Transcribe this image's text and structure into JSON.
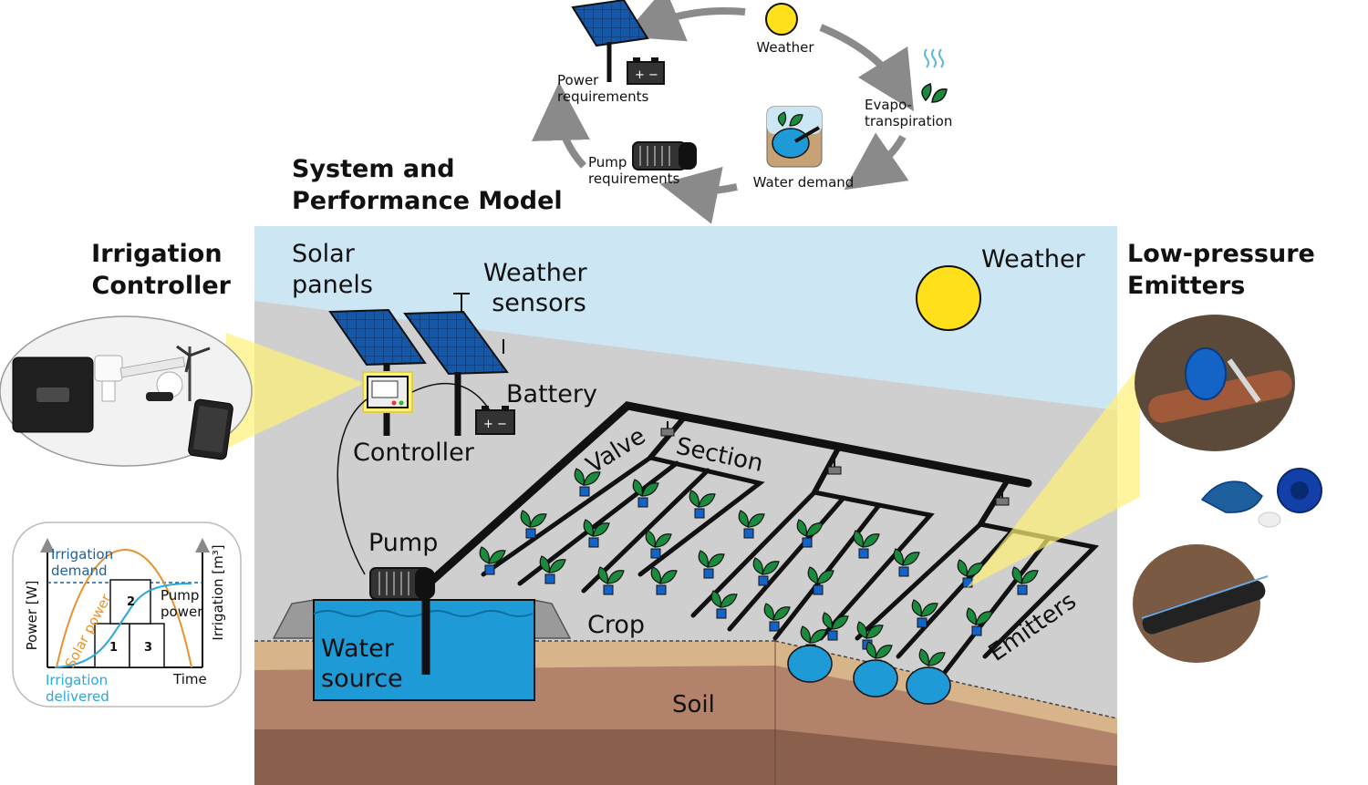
{
  "headings": {
    "system_model": [
      "System and",
      "Performance Model"
    ],
    "irrigation_controller": [
      "Irrigation",
      "Controller"
    ],
    "low_pressure_emitters": [
      "Low-pressure",
      "Emitters"
    ]
  },
  "cycle": {
    "weather": "Weather",
    "evapotranspiration": [
      "Evapo-",
      "transpiration"
    ],
    "water_demand": "Water demand",
    "pump_requirements": [
      "Pump",
      "requirements"
    ],
    "power_requirements": [
      "Power",
      "requirements"
    ]
  },
  "scene": {
    "solar_panels": [
      "Solar",
      "panels"
    ],
    "weather_sensors": [
      "Weather",
      "sensors"
    ],
    "weather": "Weather",
    "battery": "Battery",
    "controller": "Controller",
    "pump": "Pump",
    "valve": "Valve",
    "section": "Section",
    "crop": "Crop",
    "emitters": "Emitters",
    "water_source": [
      "Water",
      "source"
    ],
    "soil": "Soil"
  },
  "inset_chart": {
    "y_left": "Power [W]",
    "y_right": "Irrigation [m³]",
    "x_label": "Time",
    "irrigation_demand": [
      "Irrigation",
      "demand"
    ],
    "solar_power": "Solar power",
    "pump_power": [
      "Pump",
      "power"
    ],
    "irrigation_delivered": [
      "Irrigation",
      "delivered"
    ],
    "blocks": [
      "1",
      "2",
      "3"
    ]
  },
  "colors": {
    "sky": "#cde6f4",
    "ground": "#cfcfcf",
    "soil_top": "#d7b489",
    "soil_mid": "#b3826a",
    "soil_deep": "#8a5f4b",
    "water": "#1e9bd7",
    "sun": "#ffe01b",
    "leaf": "#1a8a3c",
    "emitter": "#1464c8",
    "orange": "#e8922b",
    "blue_line": "#2aa8d8",
    "dark_blue": "#1d5f9c",
    "highlight": "#fff176"
  }
}
